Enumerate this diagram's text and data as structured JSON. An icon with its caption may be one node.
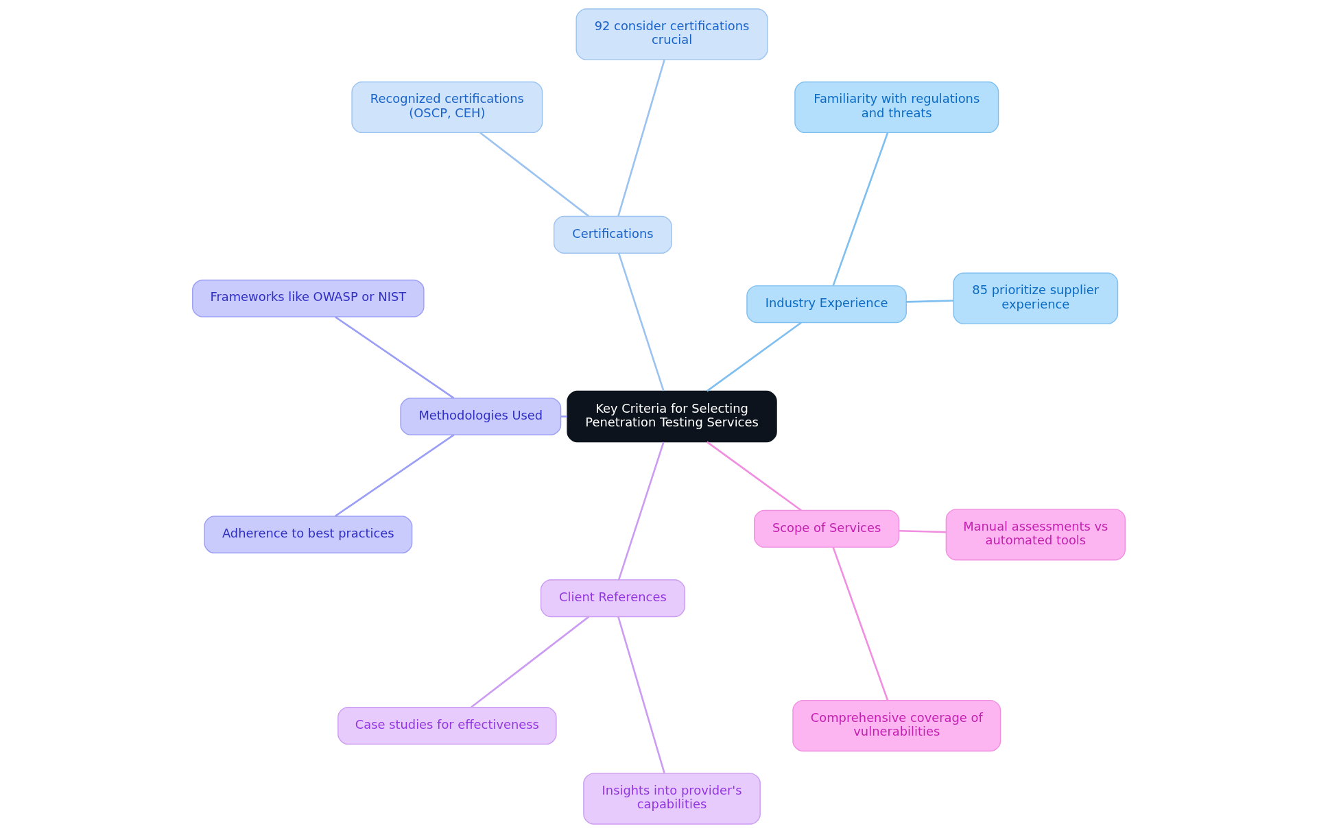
{
  "diagram": {
    "nodes": [
      {
        "text": [
          "Key Criteria for Selecting Penetration Testing Services"
        ]
      },
      {
        "text": [
          "Industry Experience"
        ]
      },
      {
        "text": [
          "85 prioritize supplier experience"
        ]
      },
      {
        "text": [
          "Familiarity with regulations and threats"
        ]
      },
      {
        "text": [
          "Certifications"
        ]
      },
      {
        "text": [
          "92 consider certifications crucial"
        ]
      },
      {
        "text": [
          "Recognized certifications (OSCP, CEH)"
        ]
      },
      {
        "text": [
          "Methodologies Used"
        ]
      },
      {
        "text": [
          "Frameworks like OWASP or NIST"
        ]
      },
      {
        "text": [
          "Adherence to best practices"
        ]
      },
      {
        "text": [
          "Client References"
        ]
      },
      {
        "text": [
          "Case studies for effectiveness"
        ]
      },
      {
        "text": [
          "Insights into provider's capabilities"
        ]
      },
      {
        "text": [
          "Scope of Services"
        ]
      },
      {
        "text": [
          "Comprehensive coverage of vulnerabilities"
        ]
      },
      {
        "text": [
          "Manual assessments vs automated tools"
        ]
      }
    ],
    "edges": [
      {
        "from": 0,
        "to": 1,
        "arrow": "none",
        "color": "#7fbff0"
      },
      {
        "from": 1,
        "to": 2,
        "arrow": "none",
        "color": "#7fbff0"
      },
      {
        "from": 1,
        "to": 3,
        "arrow": "none",
        "color": "#7fbff0"
      },
      {
        "from": 0,
        "to": 4,
        "arrow": "none",
        "color": "#9cc3f0"
      },
      {
        "from": 4,
        "to": 5,
        "arrow": "none",
        "color": "#9cc3f0"
      },
      {
        "from": 4,
        "to": 6,
        "arrow": "none",
        "color": "#9cc3f0"
      },
      {
        "from": 0,
        "to": 7,
        "arrow": "none",
        "color": "#9b9ef5"
      },
      {
        "from": 7,
        "to": 8,
        "arrow": "none",
        "color": "#9b9ef5"
      },
      {
        "from": 7,
        "to": 9,
        "arrow": "none",
        "color": "#9b9ef5"
      },
      {
        "from": 0,
        "to": 10,
        "arrow": "none",
        "color": "#cc9cf2"
      },
      {
        "from": 10,
        "to": 11,
        "arrow": "none",
        "color": "#cc9cf2"
      },
      {
        "from": 10,
        "to": 12,
        "arrow": "none",
        "color": "#cc9cf2"
      },
      {
        "from": 0,
        "to": 13,
        "arrow": "none",
        "color": "#f08fe0"
      },
      {
        "from": 13,
        "to": 14,
        "arrow": "none",
        "color": "#f08fe0"
      },
      {
        "from": 13,
        "to": 15,
        "arrow": "none",
        "color": "#f08fe0"
      }
    ]
  }
}
